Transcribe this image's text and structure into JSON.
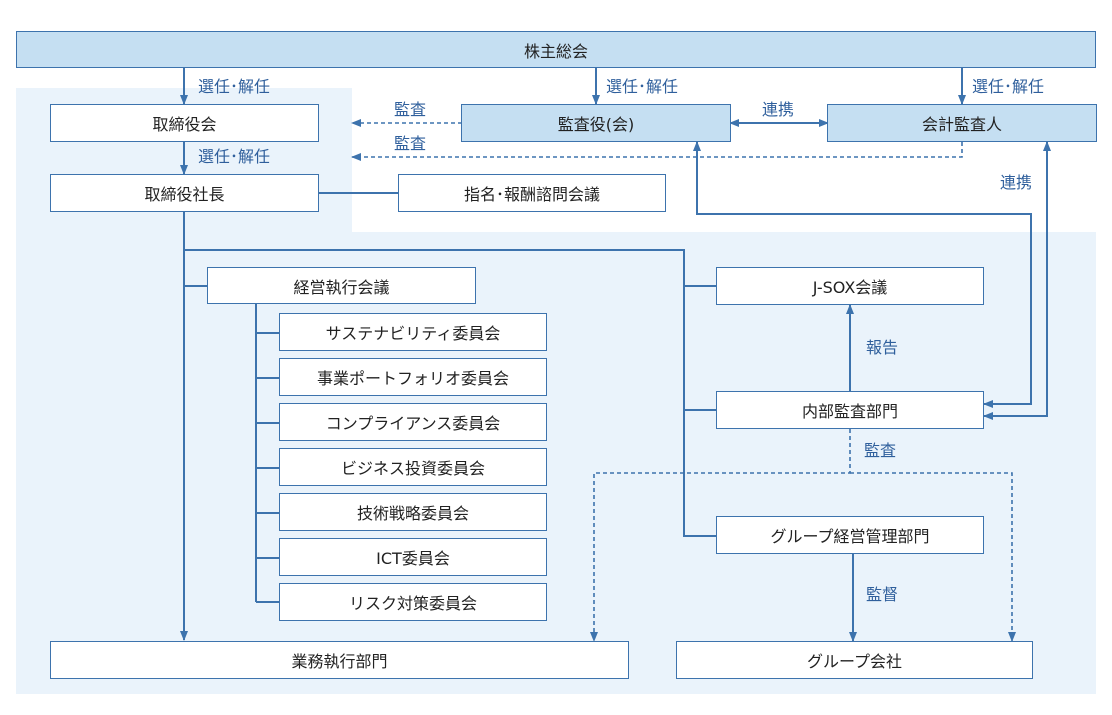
{
  "nodes": {
    "shareholders": "株主総会",
    "board": "取締役会",
    "auditors": "監査役(会)",
    "accounting_auditor": "会計監査人",
    "president": "取締役社長",
    "nomination": "指名･報酬諮問会議",
    "exec_meeting": "経営執行会議",
    "sustainability": "サステナビリティ委員会",
    "portfolio": "事業ポートフォリオ委員会",
    "compliance": "コンプライアンス委員会",
    "business_invest": "ビジネス投資委員会",
    "tech_strategy": "技術戦略委員会",
    "ict": "ICT委員会",
    "risk": "リスク対策委員会",
    "operations": "業務執行部門",
    "jsox": "J-SOX会議",
    "internal_audit": "内部監査部門",
    "group_mgmt": "グループ経営管理部門",
    "group_companies": "グループ会社"
  },
  "labels": {
    "elect_1": "選任･解任",
    "elect_2": "選任･解任",
    "elect_3": "選任･解任",
    "elect_4": "選任･解任",
    "audit_1": "監査",
    "audit_2": "監査",
    "audit_3": "監査",
    "cooperation_1": "連携",
    "cooperation_2": "連携",
    "report": "報告",
    "supervision": "監督"
  },
  "colors": {
    "line": "#3d73ad",
    "label": "#2f5f9c",
    "box_highlight": "#c5dff2",
    "background_panel": "#eaf3fb"
  }
}
